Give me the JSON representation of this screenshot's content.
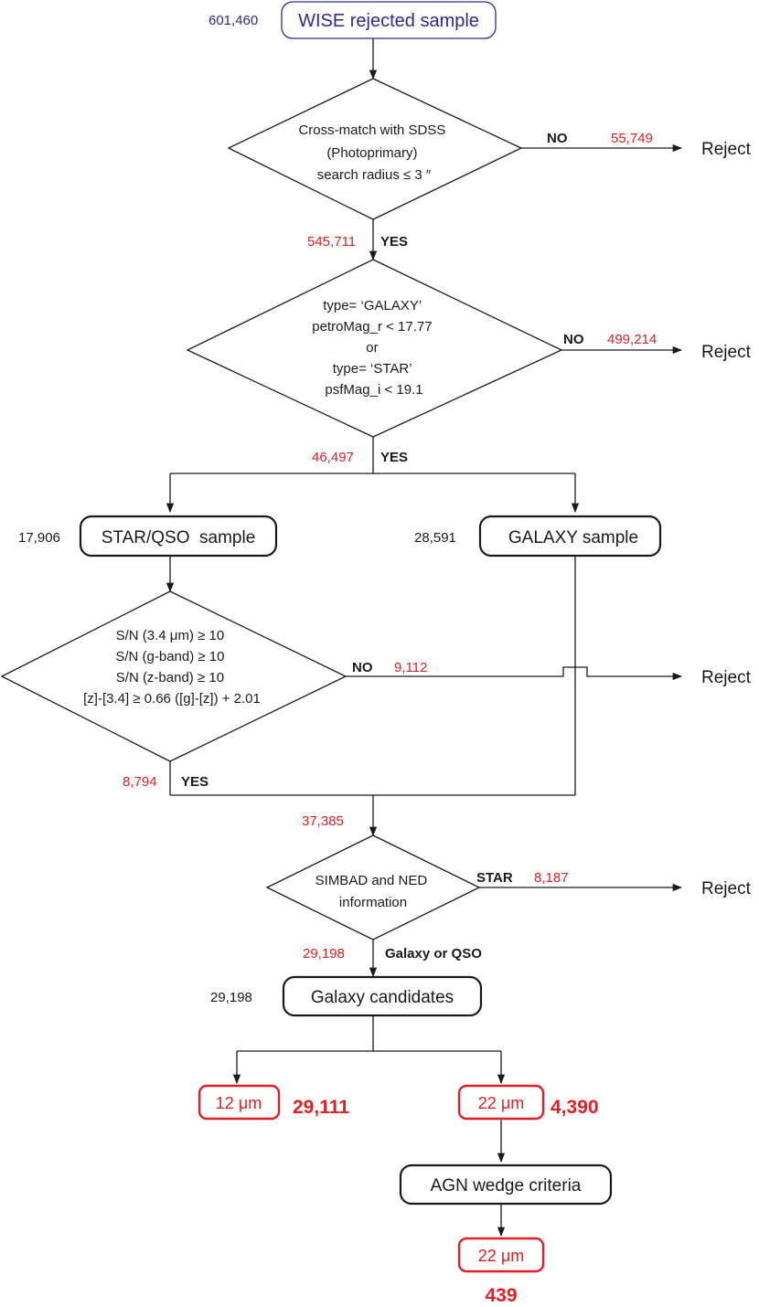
{
  "nodes": {
    "wise": "WISE rejected sample",
    "d1": [
      "Cross-match with SDSS",
      "(Photoprimary)",
      "search radius ≤ 3 ″"
    ],
    "d2": [
      "type= ‘GALAXY’",
      "petroMag_r < 17.77",
      "or",
      "type= ‘STAR’",
      "psfMag_i < 19.1"
    ],
    "star_qso": "STAR/QSO  sample",
    "galaxy": "GALAXY sample",
    "d3": [
      "S/N (3.4 μm) ≥ 10",
      "S/N (g-band) ≥ 10",
      "S/N (z-band) ≥ 10",
      "[z]-[3.4] ≥ 0.66 ([g]-[z]) + 2.01"
    ],
    "d4": [
      "SIMBAD and NED",
      "information"
    ],
    "candidates": "Galaxy candidates",
    "um12": "12 μm",
    "um22a": "22 μm",
    "agn": "AGN wedge criteria",
    "um22b": "22 μm"
  },
  "edges": {
    "no": "NO",
    "yes": "YES",
    "star": "STAR",
    "galaxy_qso": "Galaxy or QSO",
    "reject": "Reject"
  },
  "counts": {
    "wise": "601,460",
    "d1_no": "55,749",
    "d1_yes": "545,711",
    "d2_no": "499,214",
    "d2_yes": "46,497",
    "star_qso": "17,906",
    "galaxy": "28,591",
    "d3_no": "9,112",
    "d3_yes": "8,794",
    "merge": "37,385",
    "d4_star": "8,187",
    "d4_yes": "29,198",
    "candidates": "29,198",
    "um12": "29,111",
    "um22a": "4,390",
    "um22b": "439"
  },
  "colors": {
    "count_highlight": "#e31e24",
    "start_node": "#2e2a8c",
    "line": "#1a1a1a"
  }
}
